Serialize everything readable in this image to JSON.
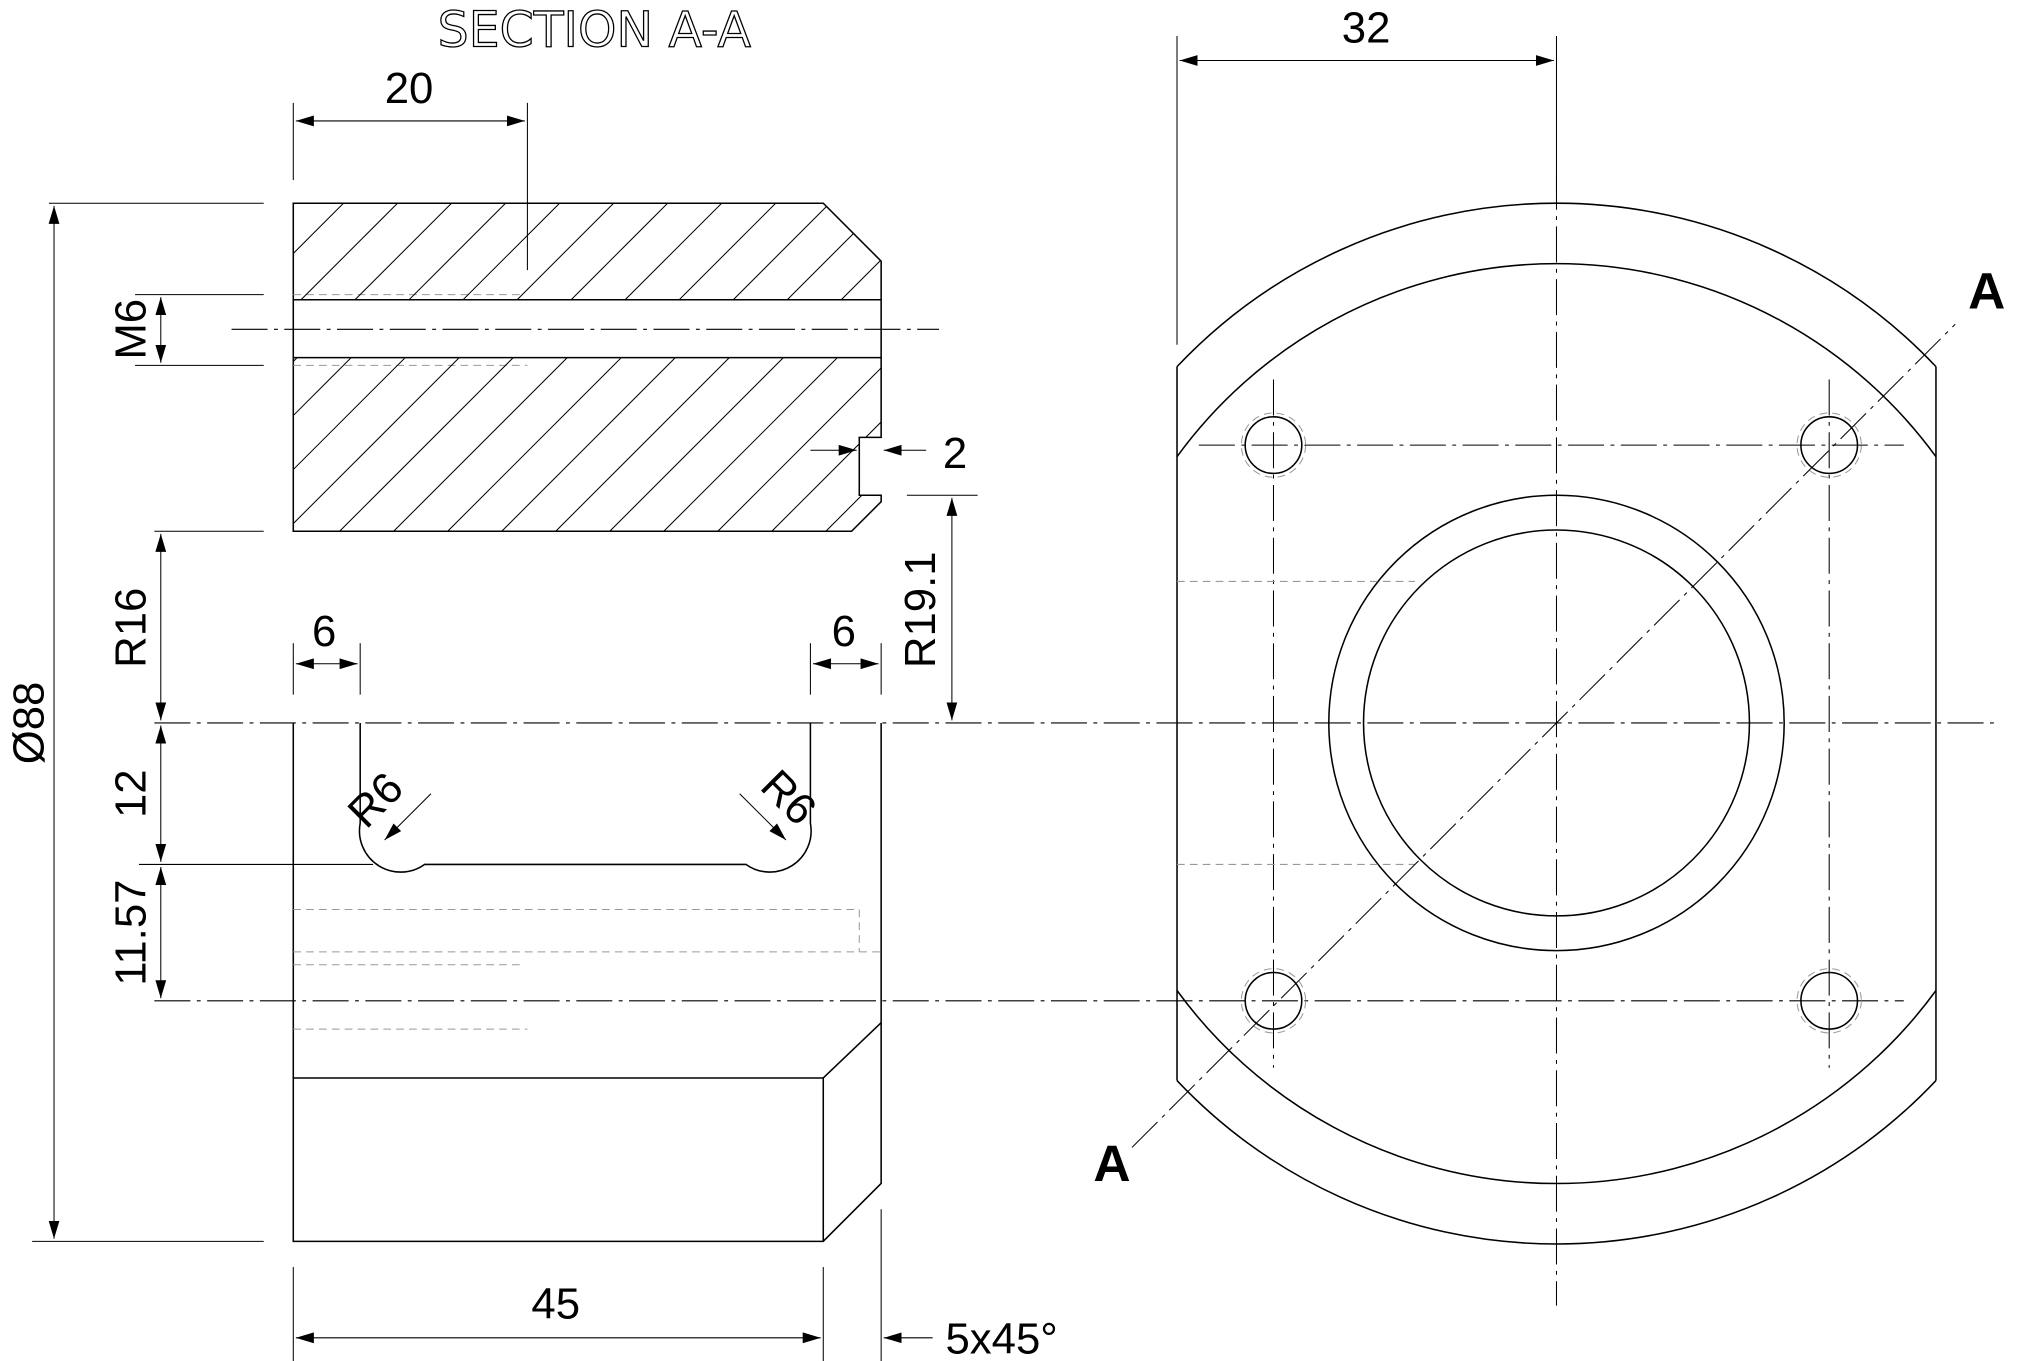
{
  "title": "SECTION A-A",
  "dimensions": {
    "width_20": "20",
    "diameter": "Ø88",
    "thread": "M6",
    "r16": "R16",
    "d12": "12",
    "d11_57": "11.57",
    "d6_left": "6",
    "d6_right": "6",
    "r6_left": "R6",
    "r6_right": "R6",
    "r19_1": "R19.1",
    "d2": "2",
    "d45": "45",
    "chamfer": "5x45°",
    "d32": "32"
  },
  "section_labels": {
    "top": "A",
    "bottom": "A"
  }
}
